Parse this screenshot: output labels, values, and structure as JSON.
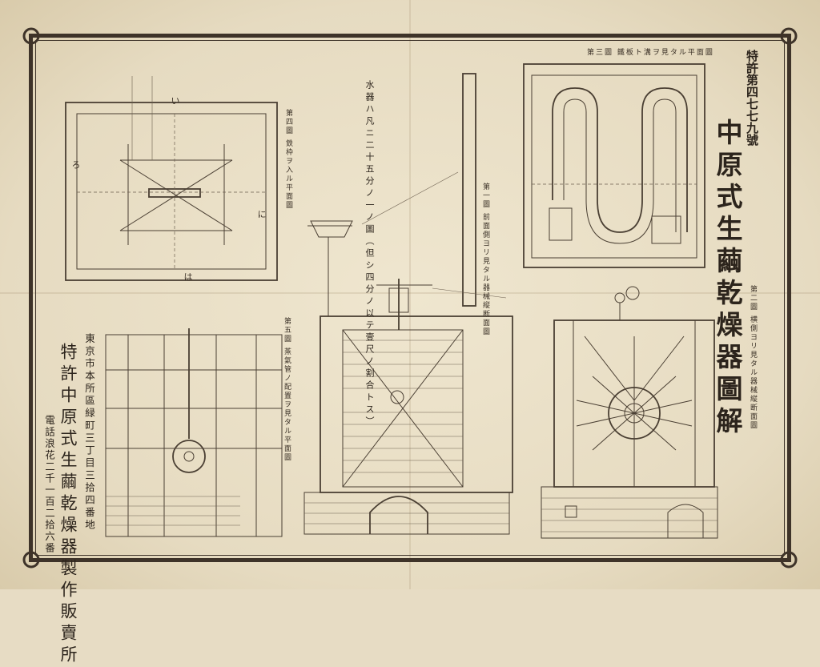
{
  "header": {
    "patent_number": "特許第四七七九號",
    "title": "中原式生繭乾燥器圖解"
  },
  "scale_note": "水器ハ凡ニ二十五分ノ一ノ圖（但シ四分ノ以テ壹尺ノ割合トス）",
  "figures": [
    {
      "id": "fig1",
      "caption": "第一圖 前面側ヨリ見タル器械縦断面圖"
    },
    {
      "id": "fig2",
      "caption": "第二圖 横側ヨリ見タル器械縦断面圖"
    },
    {
      "id": "fig3",
      "caption": "第三圖 鐵板ト溝ヲ見タル平面圖"
    },
    {
      "id": "fig4",
      "caption": "第四圖 鉄枠ヲ入ル平面圖"
    },
    {
      "id": "fig5",
      "caption": "第五圖 蒸氣管ノ配置ヲ見タル平面圖"
    }
  ],
  "fig4_side_labels": [
    "い",
    "ろ",
    "に",
    "は"
  ],
  "maker": {
    "address": "東京市本所區緑町三丁目三拾四番地",
    "name": "特許中原式生繭乾燥器製作販賣所",
    "phone": "電話浪花二千一百二拾六番"
  }
}
